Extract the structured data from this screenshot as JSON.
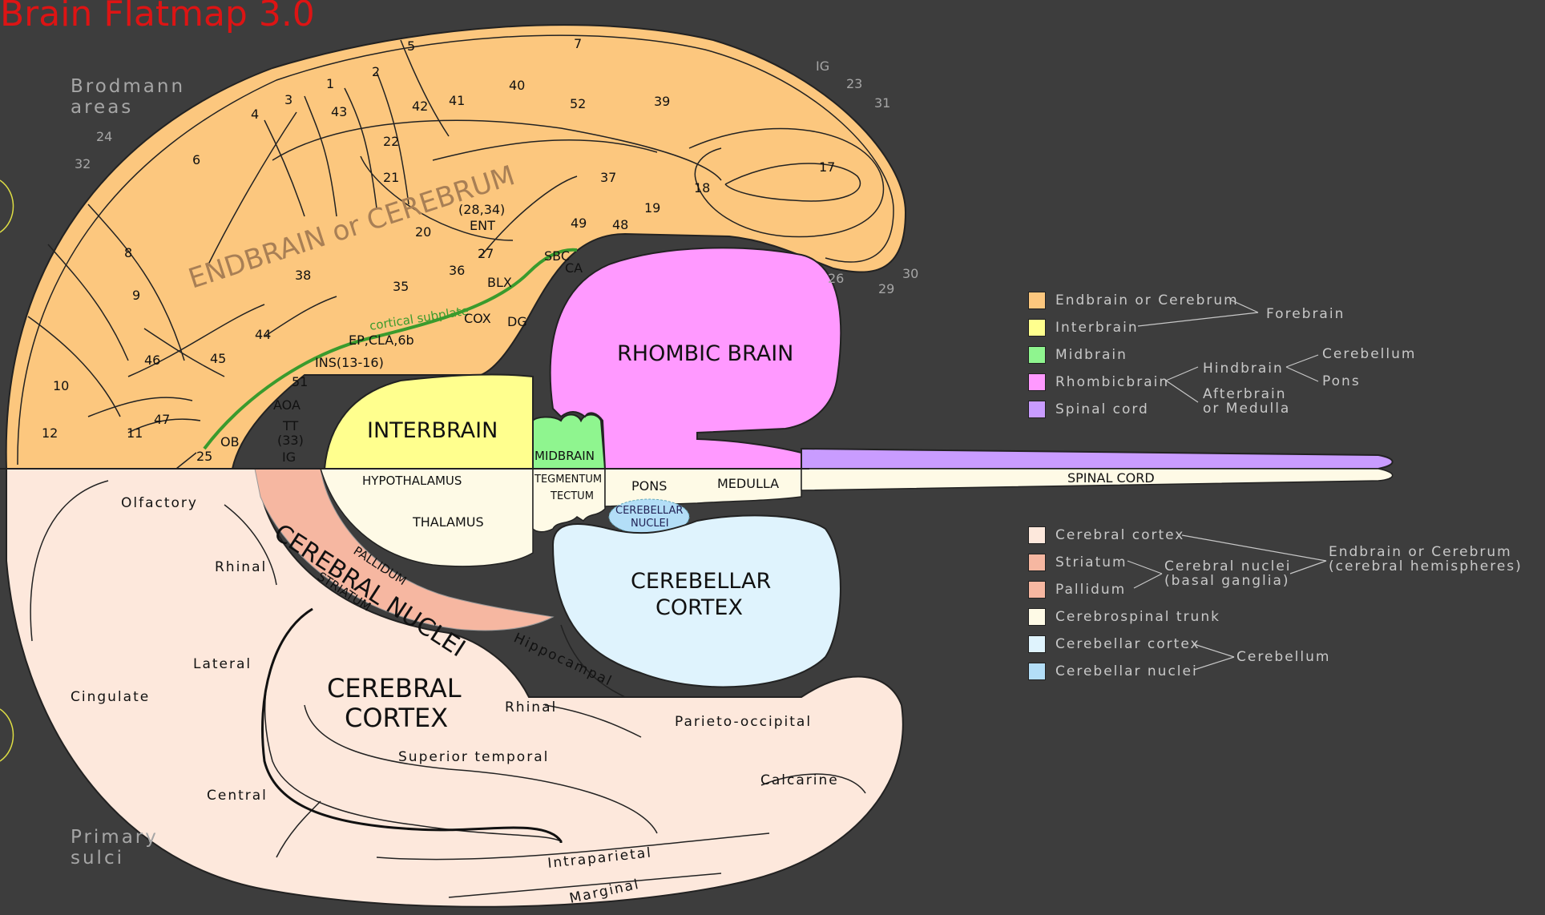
{
  "title": "Brain Flatmap 3.0",
  "side_labels": {
    "brodmann": [
      "Brodmann",
      "areas"
    ],
    "sulci": [
      "Primary",
      "sulci"
    ]
  },
  "colors": {
    "background": "#3d3d3d",
    "endbrain": "#fcc77e",
    "interbrain": "#ffff8e",
    "midbrain": "#8ff58f",
    "rhombic": "#ff99ff",
    "spinal": "#c99cff",
    "cerebral_cortex": "#fde8dc",
    "cerebral_nuclei": "#f6b7a1",
    "trunk": "#fefae6",
    "cerebellar_cortex": "#dff3fd",
    "cerebellar_nuclei": "#b3def7",
    "title": "#dd1414",
    "subplate": "#3a9b2d"
  },
  "regions": {
    "endbrain": "ENDBRAIN or CEREBRUM",
    "cortical_subplate": "cortical subplate",
    "interbrain": "INTERBRAIN",
    "midbrain": "MIDBRAIN",
    "rhombic": "RHOMBIC BRAIN",
    "hypothalamus": "HYPOTHALAMUS",
    "thalamus": "THALAMUS",
    "tegmentum": "TEGMENTUM",
    "tectum": "TECTUM",
    "pons": "PONS",
    "medulla": "MEDULLA",
    "spinal_cord": "SPINAL CORD",
    "cerebellar_nuclei": [
      "CEREBELLAR",
      "NUCLEI"
    ],
    "cerebellar_cortex": [
      "CEREBELLAR",
      "CORTEX"
    ],
    "cerebral_nuclei": "CEREBRAL NUCLEI",
    "pallidum": "PALLIDUM",
    "striatum": "STRIATUM",
    "cerebral_cortex": [
      "CEREBRAL",
      "CORTEX"
    ]
  },
  "brodmann_labels": [
    "5",
    "7",
    "2",
    "1",
    "3",
    "4",
    "43",
    "40",
    "41",
    "42",
    "52",
    "39",
    "22",
    "6",
    "21",
    "37",
    "17",
    "18",
    "19",
    "8",
    "20",
    "9",
    "38",
    "46",
    "45",
    "44",
    "10",
    "47",
    "11",
    "12",
    "25",
    "ENT",
    "49",
    "48",
    "27",
    "36",
    "35",
    "BLX",
    "COX",
    "DG",
    "SBC",
    "CA",
    "EP,CLA,6b",
    "INS(13-16)",
    "51",
    "AOA",
    "TT",
    "(33)",
    "IG",
    "OB",
    "(28,34)"
  ],
  "outer_labels": [
    "IG",
    "23",
    "31",
    "24",
    "32",
    "26",
    "29",
    "30"
  ],
  "sulci_labels": [
    "Olfactory",
    "Rhinal",
    "Lateral",
    "Cingulate",
    "Central",
    "Hippocampal",
    "Rhinal",
    "Parieto-occipital",
    "Superior temporal",
    "Calcarine",
    "Intraparietal",
    "Marginal"
  ],
  "legend_top": {
    "items": [
      {
        "label": "Endbrain or Cerebrum",
        "color": "#fcc77e"
      },
      {
        "label": "Interbrain",
        "color": "#ffff8e"
      },
      {
        "label": "Midbrain",
        "color": "#8ff58f"
      },
      {
        "label": "Rhombicbrain",
        "color": "#ff99ff"
      },
      {
        "label": "Spinal cord",
        "color": "#c99cff"
      }
    ],
    "forebrain": "Forebrain",
    "hindbrain": "Hindbrain",
    "afterbrain": [
      "Afterbrain",
      "or Medulla"
    ],
    "cerebellum": "Cerebellum",
    "pons": "Pons"
  },
  "legend_bottom": {
    "items": [
      {
        "label": "Cerebral cortex",
        "color": "#fde8dc"
      },
      {
        "label": "Striatum",
        "color": "#f6b7a1"
      },
      {
        "label": "Pallidum",
        "color": "#f6b7a1"
      },
      {
        "label": "Cerebrospinal trunk",
        "color": "#fefae6"
      },
      {
        "label": "Cerebellar cortex",
        "color": "#dff3fd"
      },
      {
        "label": "Cerebellar nuclei",
        "color": "#b3def7"
      }
    ],
    "cerebral_nuclei": [
      "Cerebral nuclei",
      "(basal ganglia)"
    ],
    "endbrain": [
      "Endbrain or Cerebrum",
      "(cerebral hemispheres)"
    ],
    "cerebellum": "Cerebellum"
  }
}
